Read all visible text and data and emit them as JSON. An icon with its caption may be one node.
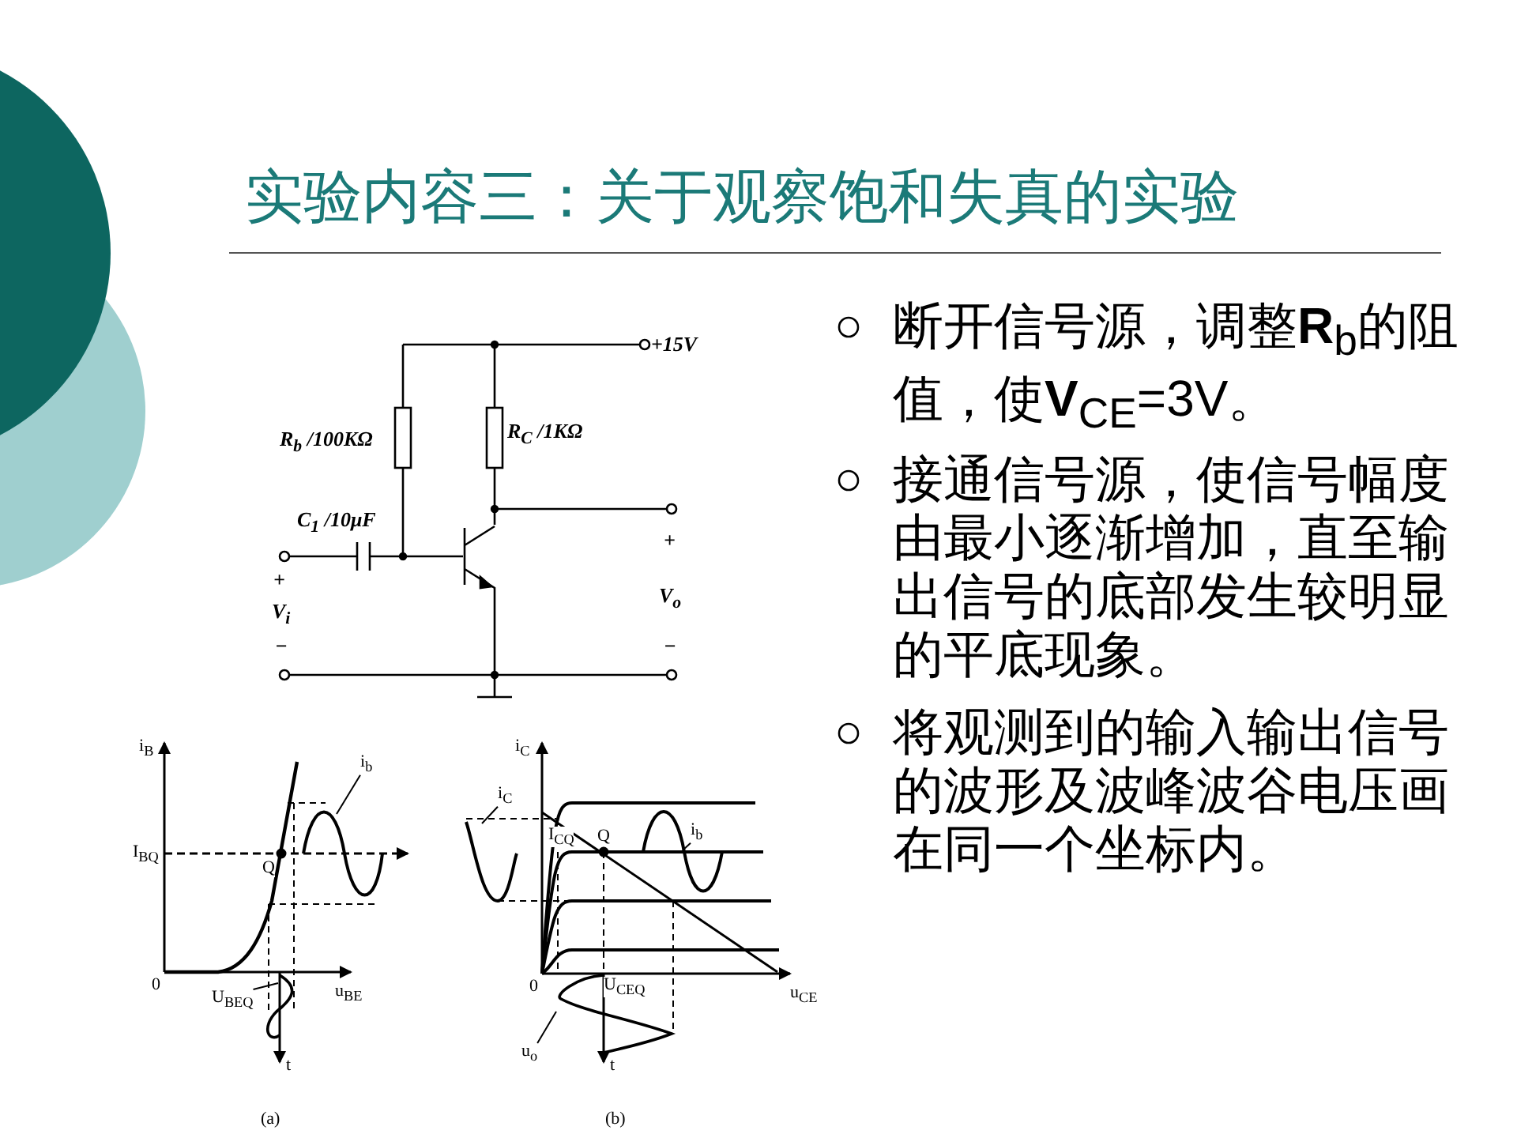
{
  "diagram": {
    "title": "实验内容三：关于观察饱和失真的实验",
    "nodes": [
      {
        "text": [
          "i$_{b}$"
        ]
      },
      {
        "text": [
          "U$_{BEQ}$"
        ]
      },
      {
        "text": [
          "i$_{C}$"
        ]
      },
      {
        "text": [
          "i$_{b}$"
        ]
      },
      {
        "text": [
          "u$_{o}$"
        ]
      }
    ],
    "edges": [
      {
        "from": 0,
        "to": null,
        "arrow": "none"
      },
      {
        "from": 1,
        "to": null,
        "arrow": "none"
      },
      {
        "from": 2,
        "to": null,
        "arrow": "none"
      },
      {
        "from": 3,
        "to": null,
        "arrow": "none"
      },
      {
        "from": 4,
        "to": null,
        "arrow": "none"
      }
    ],
    "labels": [
      "+15V",
      "R$_{b}$ /100KΩ",
      "R$_{C}$ /1KΩ",
      "C$_{1}$ /10μF",
      "+",
      "V$_{i}$",
      "−",
      "+",
      "V$_{o}$",
      "−",
      "i$_{B}$",
      "I$_{BQ}$",
      "Q",
      "0",
      "u$_{BE}$",
      "t",
      "(a)",
      "i$_{C}$",
      "I$_{CQ}$",
      "Q",
      "0",
      "U$_{CEQ}$",
      "u$_{CE}$",
      "t",
      "(b)",
      "断开信号源，调整**R**$_{b}$的阻值，使**V**$_{CE}$=3V。",
      "接通信号源，使信号幅度由最小逐渐增加，直至输出信号的底部发生较明显的平底现象。",
      "将观测到的输入输出信号的波形及波峰波谷电压画在同一个坐标内。"
    ]
  }
}
